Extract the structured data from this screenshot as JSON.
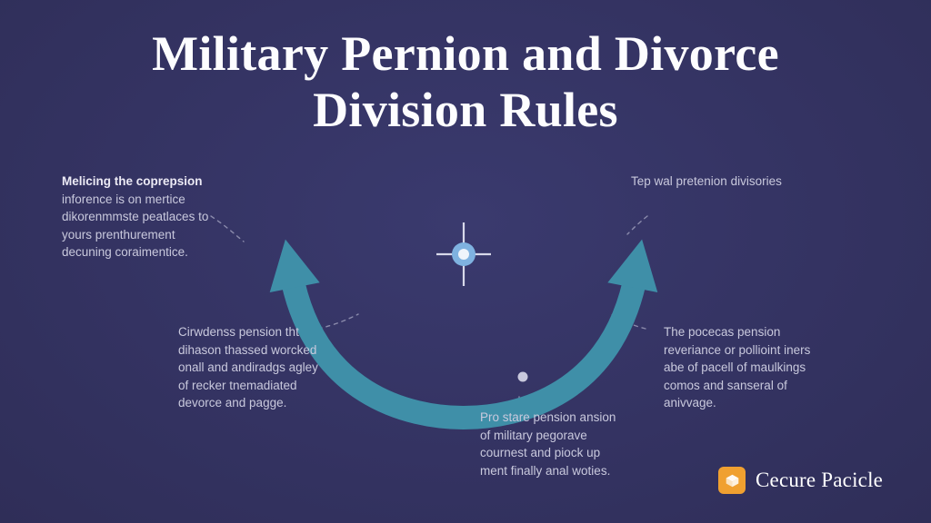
{
  "meta": {
    "background_color": "#353464",
    "accent_color": "#3f8fa8",
    "text_color": "#c9c9dd",
    "heading_color": "#fdfdff",
    "logo_color": "#f0a030"
  },
  "title": {
    "line1": "Military Pernion and Divorce",
    "line2": "Division Rules"
  },
  "callouts": {
    "top_left": {
      "heading": "Melicing the coprepsion",
      "body": "inforence is on mertice dikorenmmste peatlaces to yours prenthurement decuning coraimentice."
    },
    "top_right": {
      "heading": "",
      "body": "Tep wal pretenion divisories"
    },
    "middle_left": {
      "heading": "",
      "body": "Cirwdenss pension tht dihason thassed worcked onall and andiradgs agley of recker tnemadiated devorce and pagge."
    },
    "middle_right": {
      "heading": "",
      "body": "The pocecas pension reveriance or pollioint iners abe of pacell of maulkings comos and sanseral of anivvage."
    },
    "bottom_center": {
      "heading": "",
      "body": "Pro stare pension ansion of military pegorave cournest and piock up ment finally anal woties."
    }
  },
  "icons": {
    "compass": "compass-icon",
    "arrow": "curved-arrow-icon",
    "logo_mark": "cube-icon"
  },
  "logo": {
    "text": "Cecure Pacicle"
  }
}
